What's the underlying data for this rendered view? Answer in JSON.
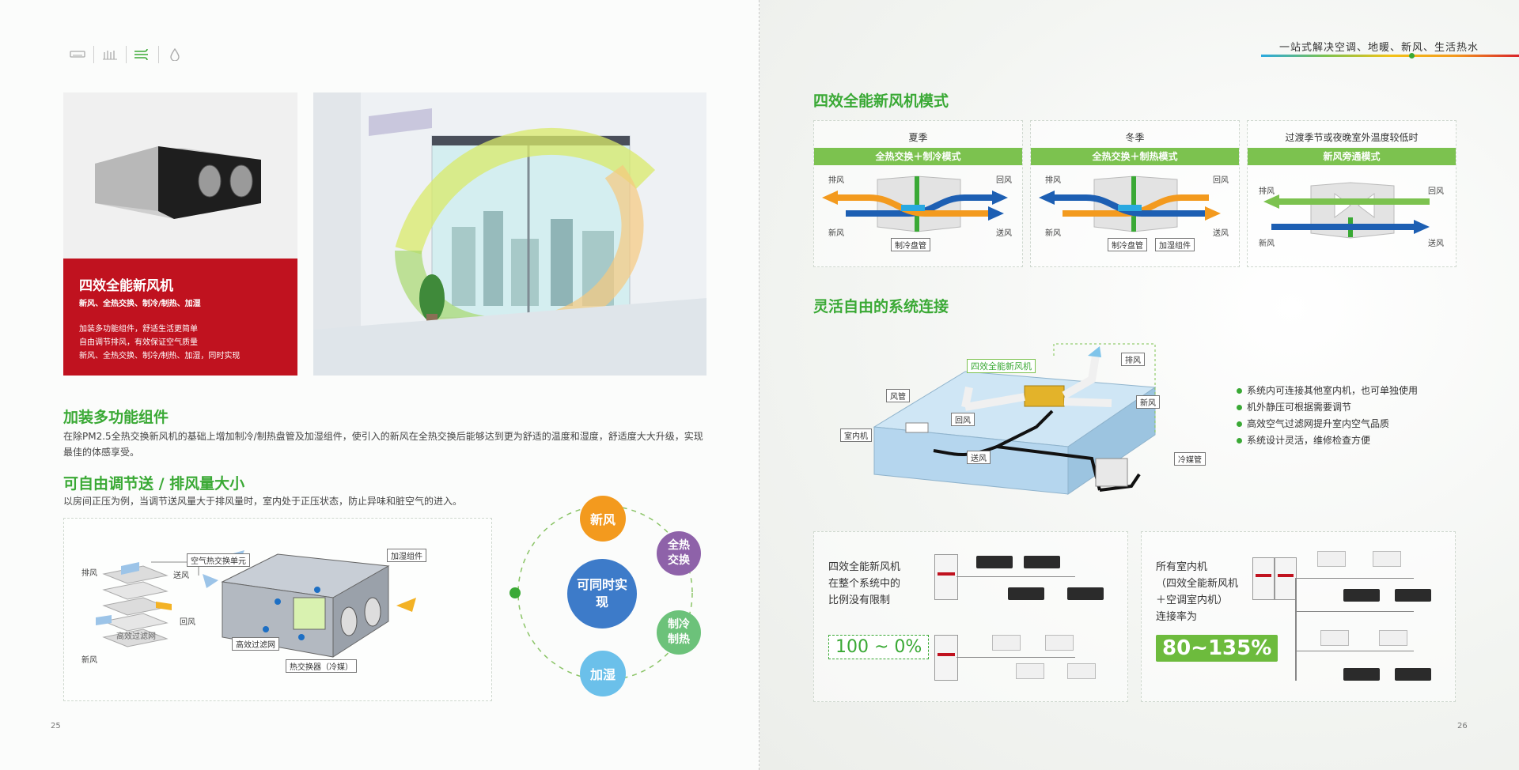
{
  "header": {
    "tagline": "一站式解决空调、地暖、新风、生活热水"
  },
  "product_card": {
    "title": "四效全能新风机",
    "subtitle": "新风、全热交换、制冷/制热、加湿",
    "lines": [
      "加装多功能组件，舒适生活更简单",
      "自由调节排风，有效保证空气质量",
      "新风、全热交换、制冷/制热、加湿，同时实现"
    ]
  },
  "section_components": {
    "title": "加装多功能组件",
    "text": "在除PM2.5全热交换新风机的基础上增加制冷/制热盘管及加湿组件，使引入的新风在全热交换后能够达到更为舒适的温度和湿度，舒适度大大升级，实现最佳的体感享受。"
  },
  "section_airflow": {
    "title": "可自由调节送 / 排风量大小",
    "text": "以房间正压为例，当调节送风量大于排风量时，室内处于正压状态，防止异味和脏空气的进入。"
  },
  "unit_diagram": {
    "labels": {
      "exhaust": "排风",
      "supply": "送风",
      "return": "回风",
      "fresh": "新风",
      "heat_exchange_unit": "空气热交换单元",
      "humidifier": "加湿组件",
      "filter": "高效过滤网",
      "coil": "热交换器（冷媒）",
      "filter_side": "高效过滤网"
    }
  },
  "function_circles": {
    "center": "可同时实现",
    "items": [
      "新风",
      "全热交换",
      "制冷制热",
      "加湿"
    ]
  },
  "section_modes": {
    "title": "四效全能新风机模式",
    "modes": [
      {
        "season": "夏季",
        "mode": "全热交换＋制冷模式",
        "labels": [
          "排风",
          "回风",
          "新风",
          "送风"
        ],
        "parts": [
          "制冷盘管"
        ]
      },
      {
        "season": "冬季",
        "mode": "全热交换＋制热模式",
        "labels": [
          "排风",
          "回风",
          "新风",
          "送风"
        ],
        "parts": [
          "制冷盘管",
          "加湿组件"
        ]
      },
      {
        "season": "过渡季节或夜晚室外温度较低时",
        "mode": "新风旁通模式",
        "labels": [
          "排风",
          "回风",
          "新风",
          "送风"
        ],
        "parts": []
      }
    ]
  },
  "section_system": {
    "title": "灵活自由的系统连接",
    "labels": {
      "unit": "四效全能新风机",
      "exhaust": "排风",
      "fresh": "新风",
      "duct": "风管",
      "return": "回风",
      "indoor": "室内机",
      "supply": "送风",
      "refrigerant": "冷媒管"
    },
    "bullets": [
      "系统内可连接其他室内机，也可单独使用",
      "机外静压可根据需要调节",
      "高效空气过滤网提升室内空气品质",
      "系统设计灵活，维修检查方便"
    ]
  },
  "ratio_left": {
    "text_lines": [
      "四效全能新风机",
      "在整个系统中的",
      "比例没有限制"
    ],
    "value": "100 ~ 0%"
  },
  "ratio_right": {
    "text_lines": [
      "所有室内机",
      "（四效全能新风机",
      "＋空调室内机）",
      "连接率为"
    ],
    "value": "80~135%"
  },
  "page_numbers": {
    "left": "25",
    "right": "26"
  },
  "colors": {
    "green": "#3aa935",
    "light_green": "#7cc24f",
    "red": "#c0121f",
    "orange": "#f39a1e",
    "blue": "#1d5fb3"
  }
}
